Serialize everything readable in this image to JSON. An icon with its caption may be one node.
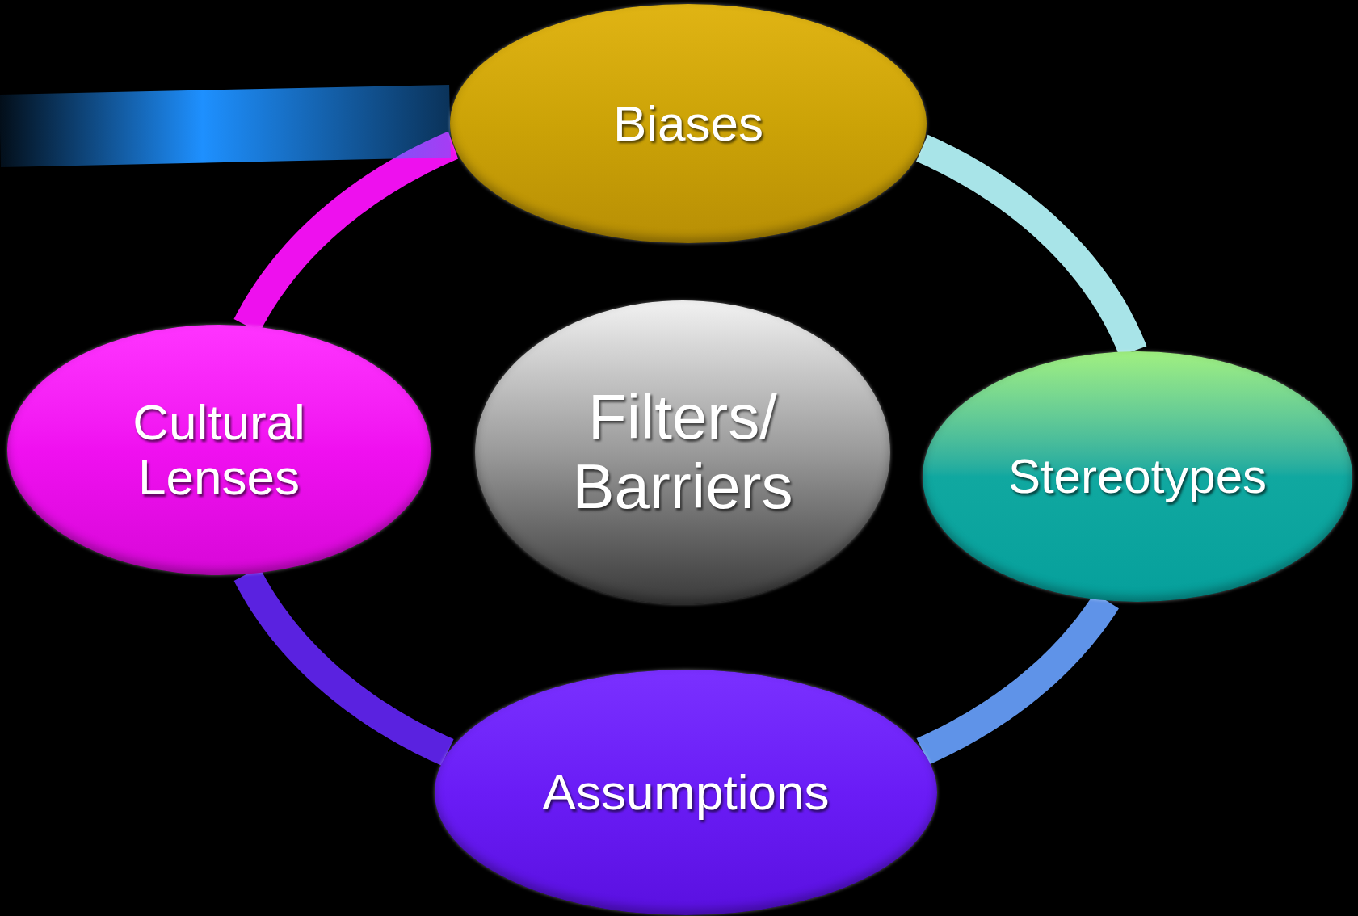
{
  "diagram": {
    "nodes": [
      {
        "text": [
          "Biases"
        ]
      },
      {
        "text": [
          "Cultural Lenses"
        ]
      },
      {
        "text": [
          "Filters/ Barriers"
        ]
      },
      {
        "text": [
          "Stereotypes"
        ]
      },
      {
        "text": [
          "Assumptions"
        ]
      }
    ],
    "edges": [
      {
        "from": 0,
        "to": 3,
        "arrow": "none",
        "color": "#a8e4e8"
      },
      {
        "from": 3,
        "to": 4,
        "arrow": "none",
        "color": "#5f93e8"
      },
      {
        "from": 4,
        "to": 1,
        "arrow": "none",
        "color": "#5a22e0"
      },
      {
        "from": 1,
        "to": 0,
        "arrow": "none",
        "color": "#ee10ee"
      },
      {
        "from": null,
        "to": 0,
        "arrow": "none",
        "style": "thick",
        "color": "#1e90ff"
      }
    ]
  }
}
